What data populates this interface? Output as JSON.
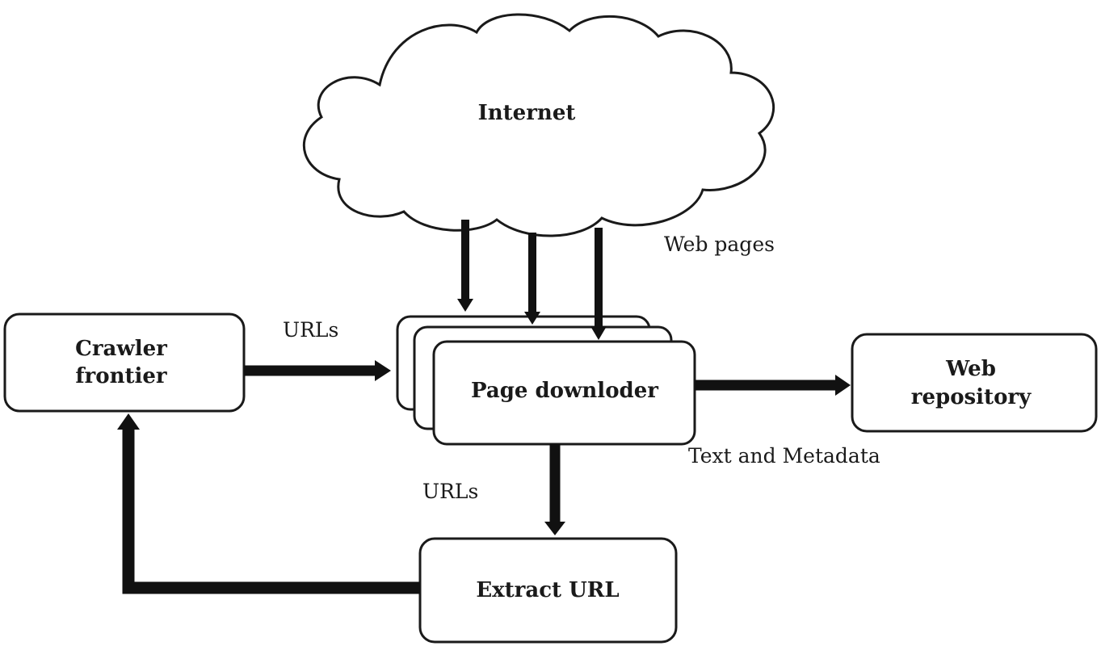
{
  "nodes": {
    "internet": {
      "label": "Internet"
    },
    "crawler_frontier": {
      "label_line1": "Crawler",
      "label_line2": "frontier"
    },
    "page_downloader": {
      "label": "Page downloder"
    },
    "web_repository": {
      "label_line1": "Web",
      "label_line2": "repository"
    },
    "extract_url": {
      "label": "Extract URL"
    }
  },
  "edges": {
    "frontier_to_downloader": {
      "label": "URLs"
    },
    "internet_to_downloader": {
      "label": "Web pages"
    },
    "downloader_to_repository": {
      "label": "Text and Metadata"
    },
    "downloader_to_extract": {
      "label": "URLs"
    },
    "extract_to_frontier": {
      "label": ""
    }
  },
  "colors": {
    "stroke": "#1a1a1a",
    "background": "#ffffff"
  }
}
